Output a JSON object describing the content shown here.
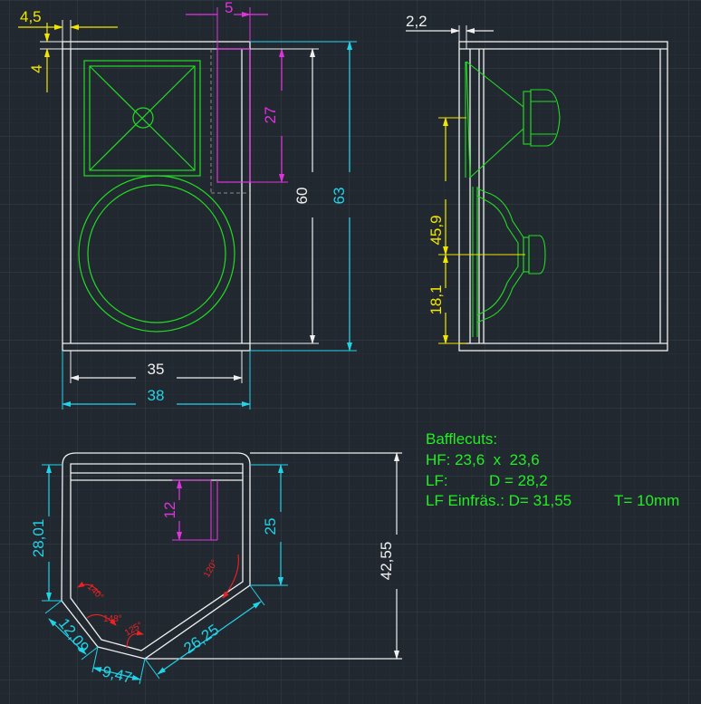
{
  "colors": {
    "background": "#212830",
    "grid": "#313a45",
    "outline": "#f0f0f0",
    "driver": "#22dd22",
    "dim_white": "#f0f0f0",
    "dim_cyan": "#22d3e8",
    "dim_yellow": "#f2e600",
    "dim_magenta": "#e033e0",
    "angle_red": "#ee2222",
    "note_text": "#22ee22"
  },
  "dims": {
    "front_edge_offset": "4,5",
    "front_top_offset": "4",
    "tweeter_slot_width": "5",
    "tweeter_slot_height": "27",
    "inner_height": "60",
    "outer_height": "63",
    "inner_width": "35",
    "outer_width": "38",
    "side_baffle_thickness": "2,2",
    "side_upper_height": "45,9",
    "side_lower_height": "18,1",
    "top_left_depth": "28,01",
    "top_slot_depth": "12",
    "top_right_depth": "25",
    "top_total_depth": "42,55",
    "top_facet_left": "12,09",
    "top_facet_bottom": "9,47",
    "top_facet_right": "26,25"
  },
  "angles": {
    "left_upper": "140°",
    "left_lower": "148°",
    "bottom": "125°",
    "right": "120°"
  },
  "notes": {
    "title": "Bafflecuts:",
    "hf": "HF: 23,6  x  23,6",
    "lf_label": "LF:",
    "lf_value": "D = 28,2",
    "einfraes": "LF Einfräs.: D= 31,55",
    "thickness": "T= 10mm"
  }
}
